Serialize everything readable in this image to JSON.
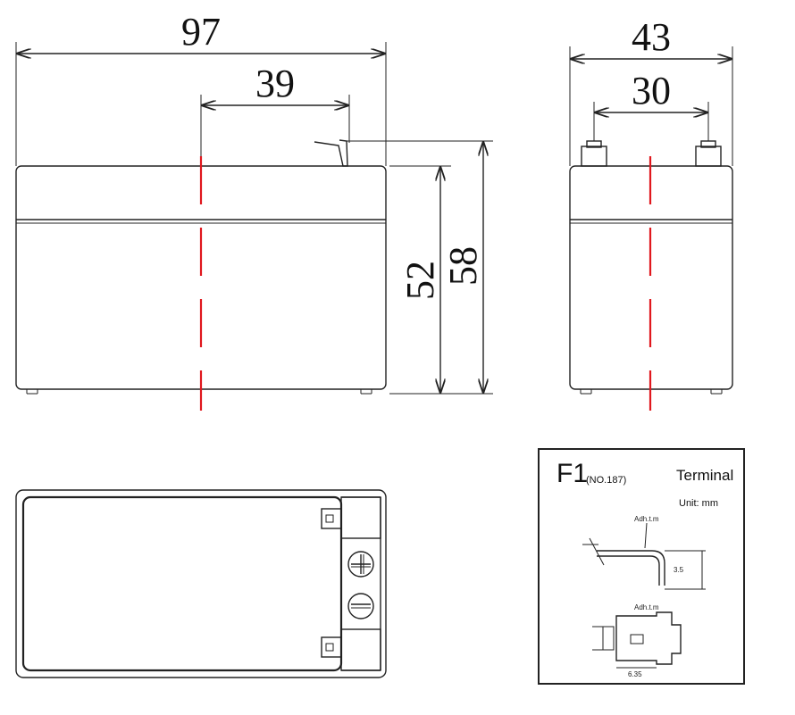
{
  "dimensions": {
    "front_width": "97",
    "terminal_offset": "39",
    "side_width": "43",
    "terminal_spacing": "30",
    "height_case": "52",
    "height_total": "58"
  },
  "terminal_box": {
    "code": "F1",
    "number": "(NO.187)",
    "title": "Terminal",
    "unit": "Unit: mm",
    "label_top": "Adh.t.m",
    "label_bottom": "Adh.t.m",
    "dim_height": "3.5",
    "dim_width": "6.35"
  },
  "top_view": {
    "plus_symbol": "+",
    "minus_symbol": "−"
  },
  "colors": {
    "outline": "#222222",
    "center_line": "#e0181e"
  }
}
